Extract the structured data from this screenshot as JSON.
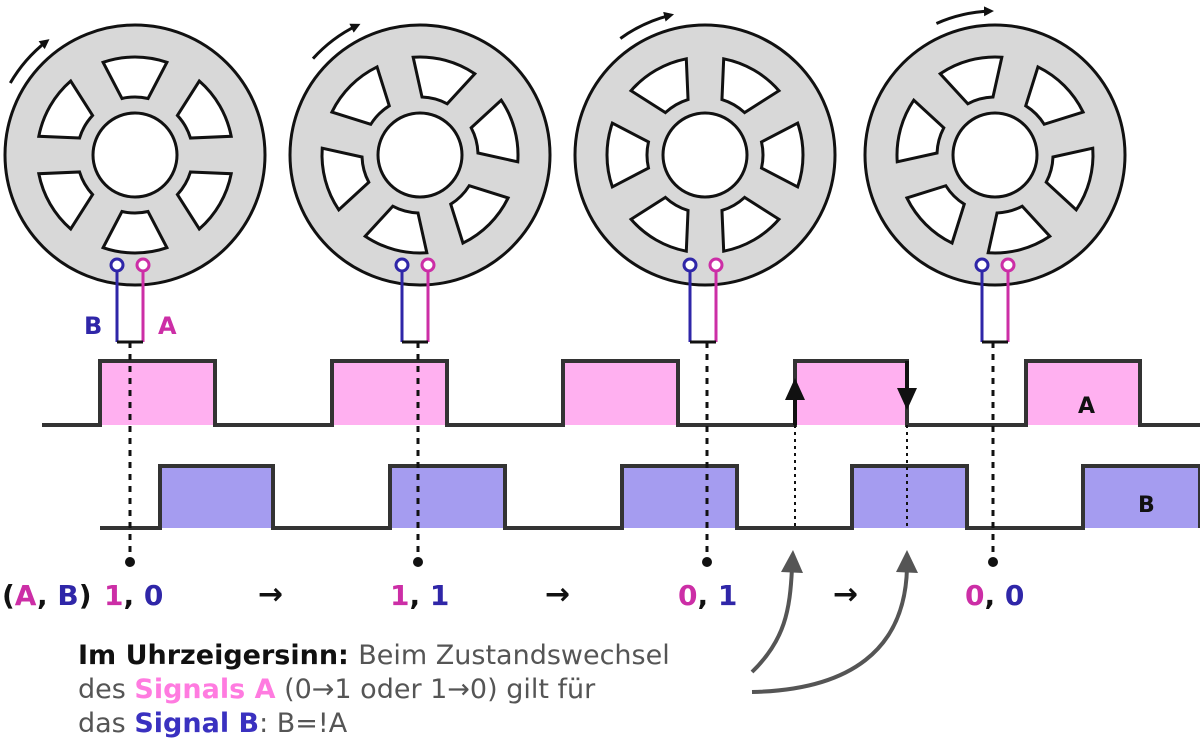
{
  "colors": {
    "signal_a": "#cc2ea6",
    "signal_a_fill": "#ffb0f0",
    "signal_b": "#2f26a8",
    "signal_b_fill": "#a59cf0",
    "wheel_fill": "#d8d8d8",
    "outline": "#111111",
    "caption_text": "#555555",
    "trace": "#333333"
  },
  "wheel_labels": {
    "b": "B",
    "a": "A"
  },
  "signal_labels": {
    "a": "A",
    "b": "B"
  },
  "states": {
    "prefix_open": "(",
    "prefix_a": "A",
    "prefix_comma": ", ",
    "prefix_b": "B",
    "prefix_close": ")",
    "items": [
      {
        "a": "1",
        "sep": ", ",
        "b": "0"
      },
      {
        "a": "1",
        "sep": ", ",
        "b": "1"
      },
      {
        "a": "0",
        "sep": ", ",
        "b": "1"
      },
      {
        "a": "0",
        "sep": ", ",
        "b": "0"
      }
    ],
    "arrow": "→"
  },
  "caption": {
    "line1_strong": "Im Uhrzeigersinn",
    "line1_colon": ": ",
    "line1_rest": "Beim Zustandswechsel",
    "line2_a": "des ",
    "line2_sig": "Signals A",
    "line2_b": " (0→1 oder 1→0) gilt für",
    "line3_a": "das ",
    "line3_sig": "Signal B",
    "line3_b": ": B=!A"
  }
}
